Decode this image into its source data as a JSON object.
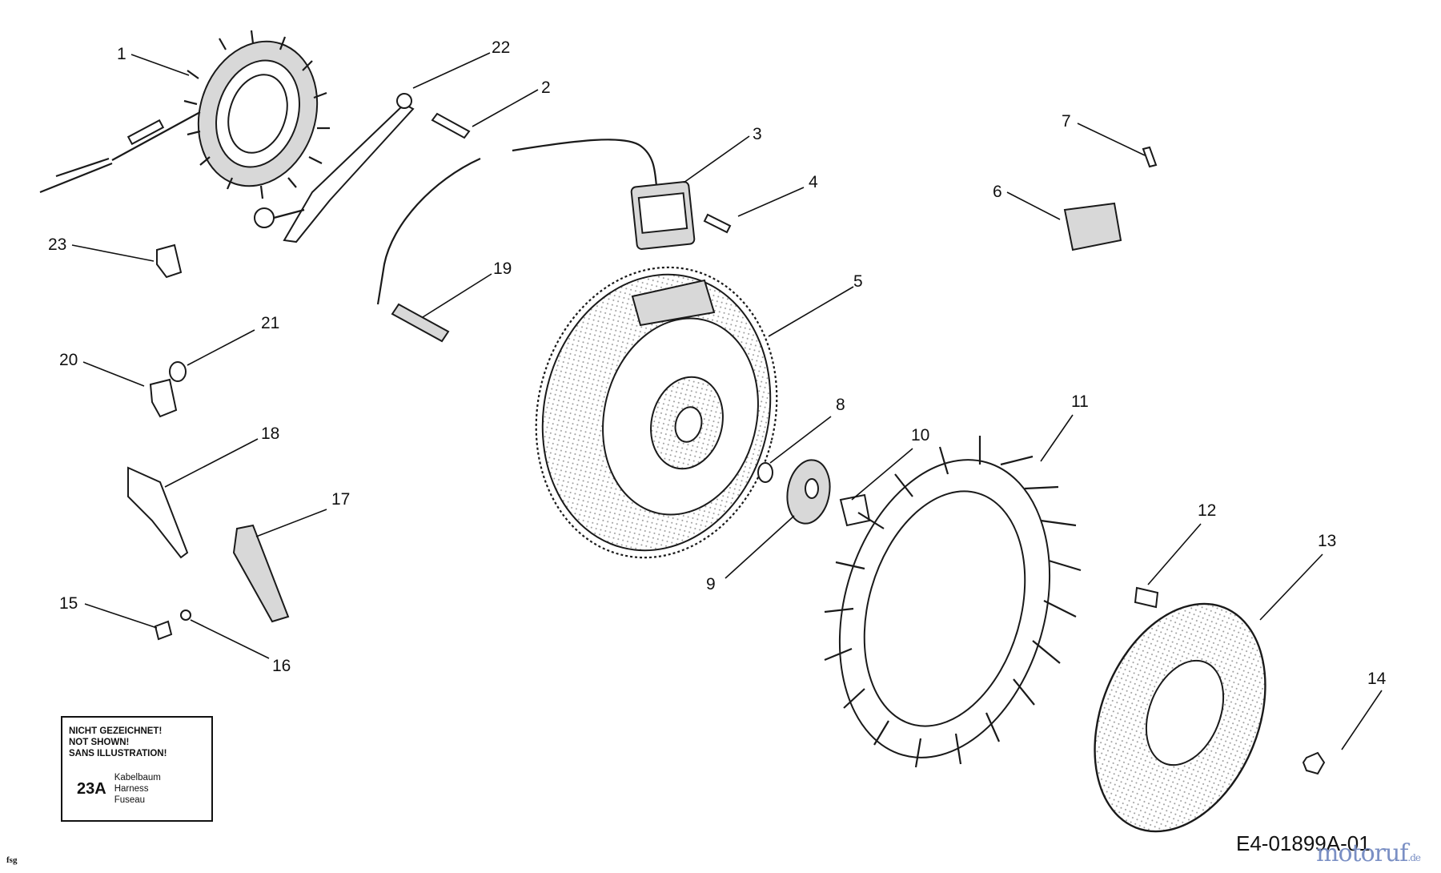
{
  "parts": [
    {
      "number": "1"
    },
    {
      "number": "2"
    },
    {
      "number": "3"
    },
    {
      "number": "4"
    },
    {
      "number": "5"
    },
    {
      "number": "6"
    },
    {
      "number": "7"
    },
    {
      "number": "8"
    },
    {
      "number": "9"
    },
    {
      "number": "10"
    },
    {
      "number": "11"
    },
    {
      "number": "12"
    },
    {
      "number": "13"
    },
    {
      "number": "14"
    },
    {
      "number": "15"
    },
    {
      "number": "16"
    },
    {
      "number": "17"
    },
    {
      "number": "18"
    },
    {
      "number": "19"
    },
    {
      "number": "20"
    },
    {
      "number": "21"
    },
    {
      "number": "22"
    },
    {
      "number": "23"
    }
  ],
  "not_shown_box": {
    "lines": [
      "NICHT GEZEICHNET!",
      "NOT SHOWN!",
      "SANS ILLUSTRATION!"
    ],
    "code": "23A",
    "names": [
      "Kabelbaum",
      "Harness",
      "Fuseau"
    ]
  },
  "drawing_id": "E4-01899A-01",
  "corner_mark": "fsg",
  "logo": {
    "text": "motoruf",
    "tld": ".de",
    "color": "#7a8fc4"
  }
}
